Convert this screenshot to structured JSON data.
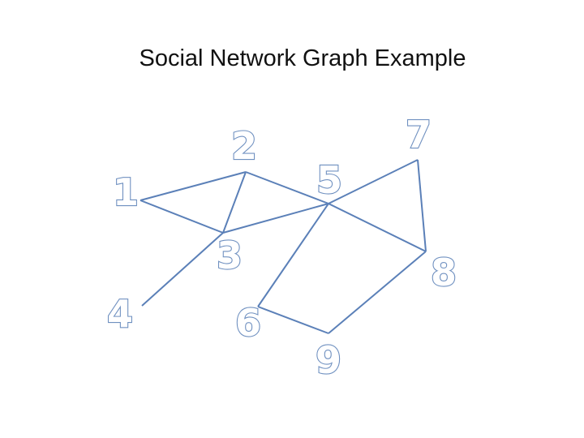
{
  "title": "Social Network Graph Example",
  "colors": {
    "edge": "#5b80b8",
    "label_outline": "#6f90c0",
    "label_fill": "#ffffff",
    "title": "#111111",
    "background": "#ffffff"
  },
  "nodes": [
    {
      "id": "1",
      "label": "1"
    },
    {
      "id": "2",
      "label": "2"
    },
    {
      "id": "3",
      "label": "3"
    },
    {
      "id": "4",
      "label": "4"
    },
    {
      "id": "5",
      "label": "5"
    },
    {
      "id": "6",
      "label": "6"
    },
    {
      "id": "7",
      "label": "7"
    },
    {
      "id": "8",
      "label": "8"
    },
    {
      "id": "9",
      "label": "9"
    }
  ],
  "edges": [
    [
      "1",
      "2"
    ],
    [
      "1",
      "3"
    ],
    [
      "2",
      "3"
    ],
    [
      "2",
      "5"
    ],
    [
      "3",
      "5"
    ],
    [
      "3",
      "4"
    ],
    [
      "5",
      "7"
    ],
    [
      "5",
      "8"
    ],
    [
      "5",
      "6"
    ],
    [
      "7",
      "8"
    ],
    [
      "6",
      "9"
    ],
    [
      "9",
      "8"
    ]
  ]
}
